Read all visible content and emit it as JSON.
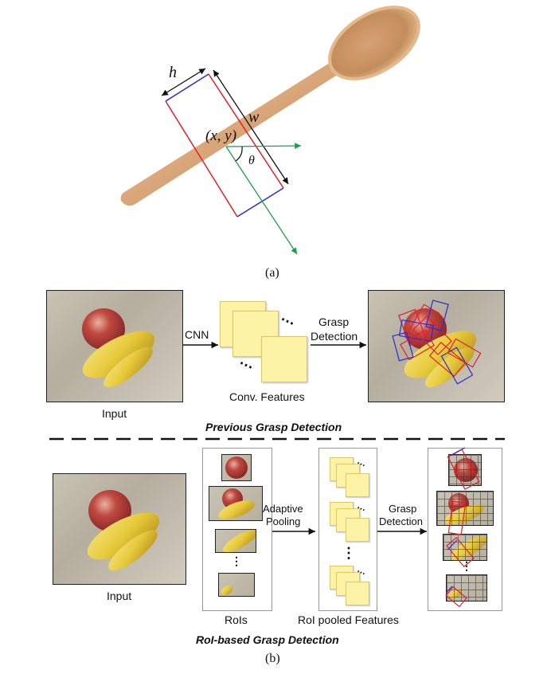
{
  "part_a": {
    "label_h": "h",
    "label_w": "w",
    "label_xy": "(x, y)",
    "label_theta": "θ",
    "caption": "(a)"
  },
  "part_b_top": {
    "input_label": "Input",
    "cnn_label": "CNN",
    "features_label": "Conv. Features",
    "grasp_label_line1": "Grasp",
    "grasp_label_line2": "Detection",
    "section_title": "Previous Grasp Detection"
  },
  "part_b_bottom": {
    "input_label": "Input",
    "rois_label": "RoIs",
    "adaptive_line1": "Adaptive",
    "adaptive_line2": "Pooling",
    "pooled_label": "RoI pooled Features",
    "grasp_line1": "Grasp",
    "grasp_line2": "Detection",
    "section_title": "RoI-based Grasp Detection",
    "caption": "(b)"
  },
  "colors": {
    "red_edge": "#e0202a",
    "blue_edge": "#2a2ad8",
    "green_axis": "#1aa04a",
    "feature_fill": "#fdf3a6",
    "wood": "#d9a679"
  }
}
